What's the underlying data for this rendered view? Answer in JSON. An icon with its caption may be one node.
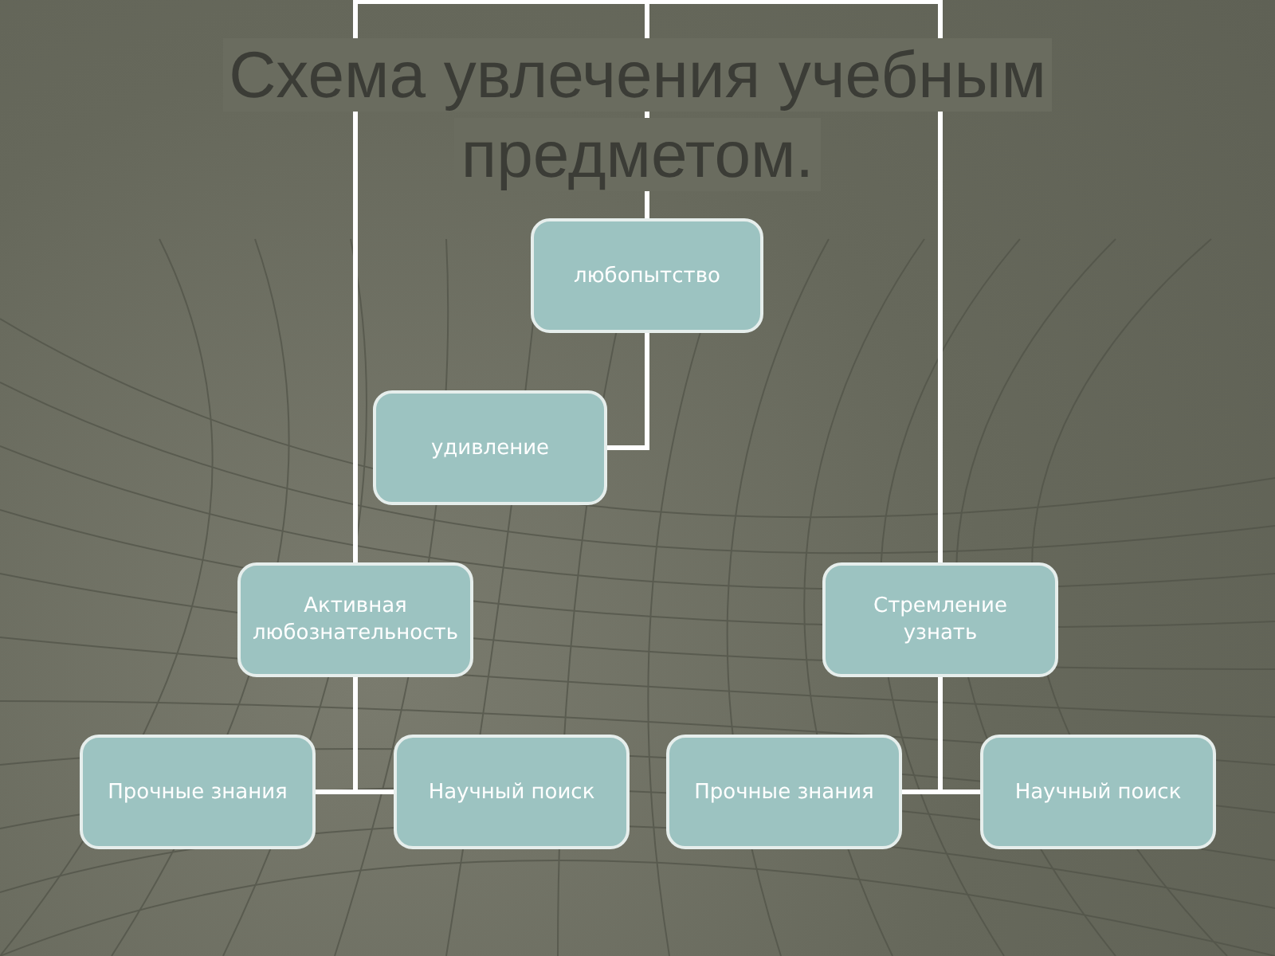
{
  "diagram": {
    "title": "Схема увлечения учебным предметом.",
    "nodes": [
      {
        "text": [
          "любопытство"
        ]
      },
      {
        "text": [
          "удивление"
        ]
      },
      {
        "text": [
          "Активная любознательность"
        ]
      },
      {
        "text": [
          "Стремление узнать"
        ]
      },
      {
        "text": [
          "Прочные знания"
        ]
      },
      {
        "text": [
          "Научный поиск"
        ]
      },
      {
        "text": [
          "Прочные знания"
        ]
      },
      {
        "text": [
          "Научный поиск"
        ]
      }
    ],
    "edges": [
      {
        "from": null,
        "to": 0,
        "arrow": "none"
      },
      {
        "from": null,
        "to": 2,
        "arrow": "none"
      },
      {
        "from": null,
        "to": 3,
        "arrow": "none"
      },
      {
        "from": 0,
        "to": 1,
        "arrow": "none"
      },
      {
        "from": 2,
        "to": 4,
        "arrow": "none"
      },
      {
        "from": 2,
        "to": 5,
        "arrow": "none"
      },
      {
        "from": 3,
        "to": 6,
        "arrow": "none"
      },
      {
        "from": 3,
        "to": 7,
        "arrow": "none"
      }
    ]
  }
}
